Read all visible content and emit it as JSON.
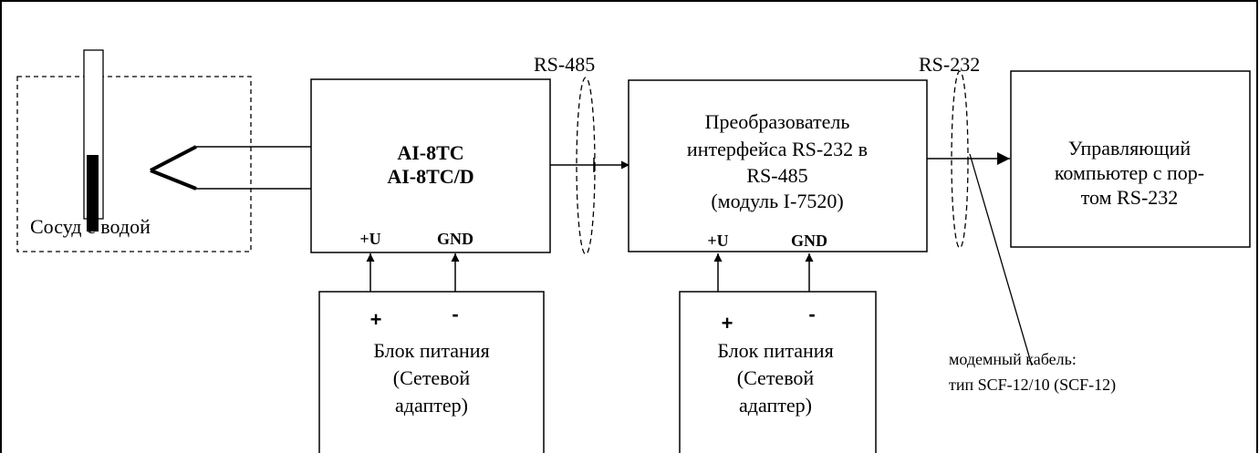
{
  "vessel": {
    "label": "Сосуд с водой"
  },
  "module": {
    "line1": "AI-8TC",
    "line2": "AI-8TC/D",
    "plus_u": "+U",
    "gnd": "GND"
  },
  "bus1": {
    "label": "RS-485"
  },
  "converter": {
    "line1": "Преобразователь",
    "line2": "интерфейса RS-232 в",
    "line3": "RS-485",
    "line4": "(модуль I-7520)",
    "plus_u": "+U",
    "gnd": "GND"
  },
  "bus2": {
    "label": "RS-232"
  },
  "computer": {
    "line1": "Управляющий",
    "line2": "компьютер с пор-",
    "line3": "том RS-232"
  },
  "psu1": {
    "plus": "+",
    "minus": "-",
    "line1": "Блок питания",
    "line2": "(Сетевой",
    "line3": "адаптер)"
  },
  "psu2": {
    "plus": "+",
    "minus": "-",
    "line1": "Блок питания",
    "line2": "(Сетевой",
    "line3": "адаптер)"
  },
  "cable": {
    "line1": "модемный кабель:",
    "line2": "тип SCF-12/10 (SCF-12)"
  }
}
